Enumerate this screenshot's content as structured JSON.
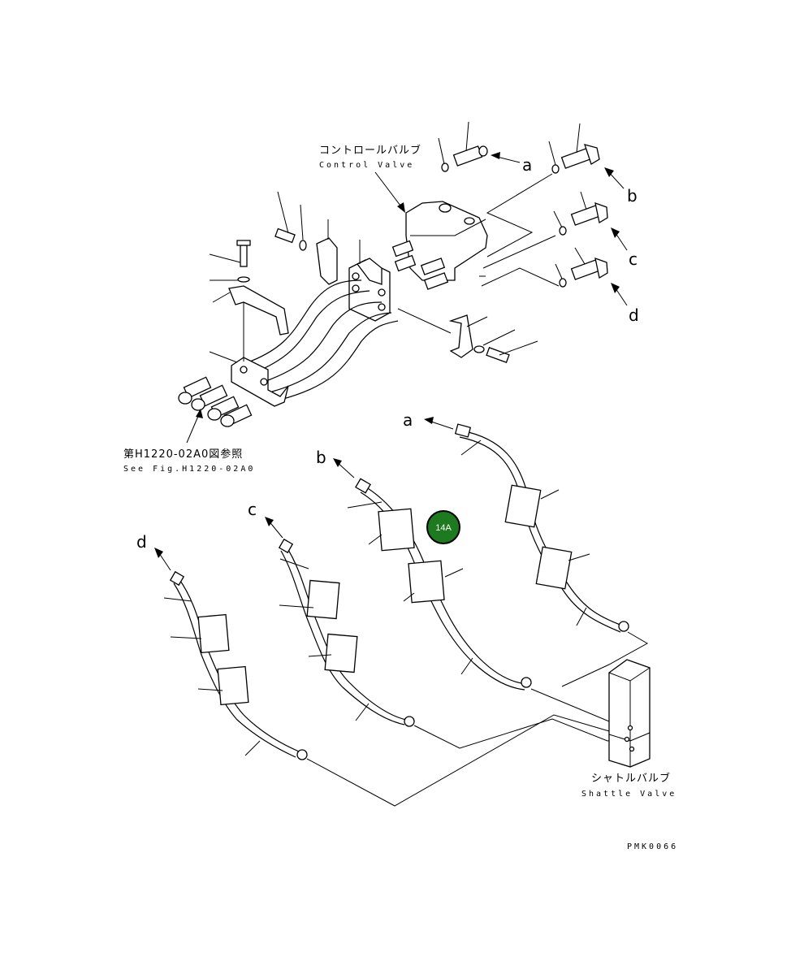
{
  "control_valve": {
    "jp": "コントロールバルブ",
    "en": "Control Valve"
  },
  "see_fig": {
    "jp": "第H1220-02A0図参照",
    "en": "See Fig.H1220-02A0"
  },
  "shuttle_valve": {
    "jp": "シャトルバルブ",
    "en": "Shattle Valve"
  },
  "connection_labels": [
    "a",
    "b",
    "c",
    "d"
  ],
  "drawing_id": "PMK0066",
  "callout": {
    "label": "14A",
    "color": "#1e7a1e"
  }
}
